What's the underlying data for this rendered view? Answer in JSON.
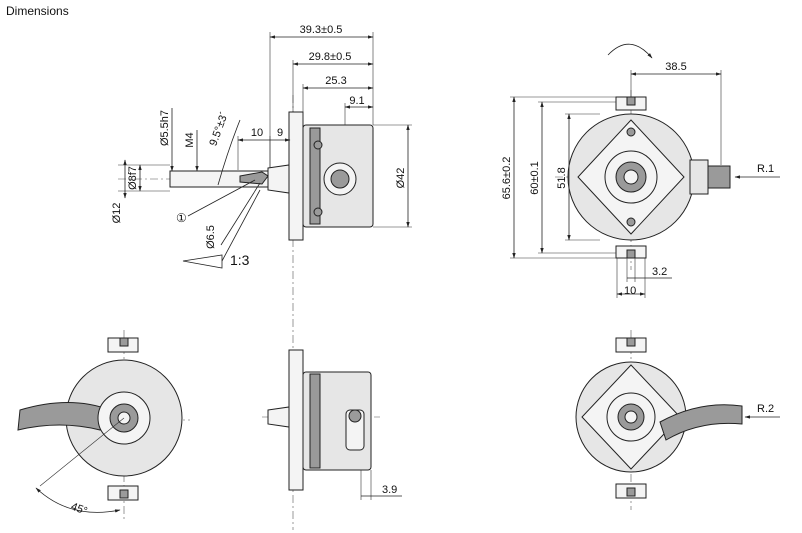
{
  "title": "Dimensions",
  "labels": {
    "d1": "39.3±0.5",
    "d2": "29.8±0.5",
    "d3": "25.3",
    "d4": "9.1",
    "d5": "10",
    "d6": "9",
    "d7": "Ø5.5h7",
    "d8": "M4",
    "d9": "9.5°±3´",
    "d10": "Ø8f7",
    "d11": "Ø12",
    "d12": "Ø6.5",
    "d13": "Ø42",
    "d14": "1:3",
    "d15": "①",
    "d16": "38.5",
    "d17": "65.6±0.2",
    "d18": "60±0.1",
    "d19": "51.8",
    "d20": "R.1",
    "d21": "3.2",
    "d22": "10",
    "d23": "R.2",
    "d24": "3.9",
    "d25": "45°"
  }
}
